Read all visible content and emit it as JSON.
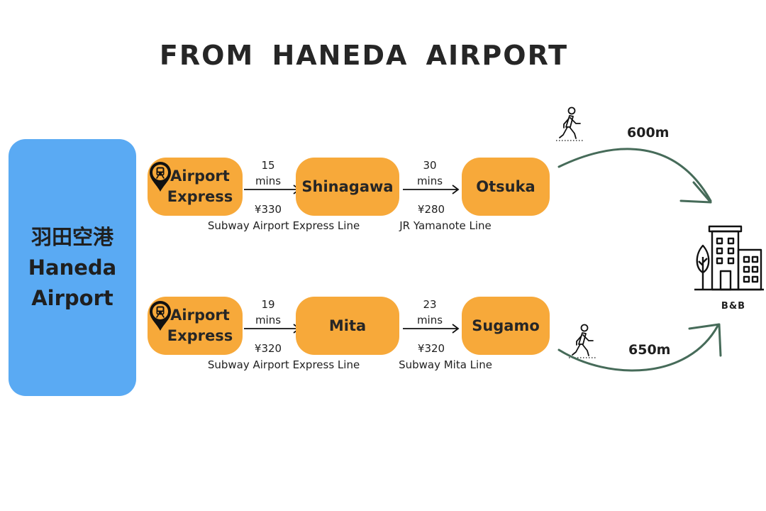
{
  "title": "FROM HANEDA AIRPORT",
  "colors": {
    "origin": "#5aaaf3",
    "station": "#f7a93a",
    "curve": "#466b59",
    "text": "#1f1f1f"
  },
  "origin": {
    "name_jp": "羽田空港",
    "name_en1": "Haneda",
    "name_en2": "Airport"
  },
  "routes": [
    {
      "start": {
        "line1": "Airport",
        "line2": "Express",
        "icon": "train-pin-icon"
      },
      "leg1": {
        "time_value": "15",
        "time_unit": "mins",
        "price": "¥330",
        "line": "Subway Airport Express Line"
      },
      "mid": "Shinagawa",
      "leg2": {
        "time_value": "30",
        "time_unit": "mins",
        "price": "¥280",
        "line": "JR Yamanote Line"
      },
      "end": "Otsuka",
      "walk": {
        "distance": "600m",
        "icon": "walking-person-icon"
      }
    },
    {
      "start": {
        "line1": "Airport",
        "line2": "Express",
        "icon": "train-pin-icon"
      },
      "leg1": {
        "time_value": "19",
        "time_unit": "mins",
        "price": "¥320",
        "line": "Subway Airport Express Line"
      },
      "mid": "Mita",
      "leg2": {
        "time_value": "23",
        "time_unit": "mins",
        "price": "¥320",
        "line": "Subway Mita Line"
      },
      "end": "Sugamo",
      "walk": {
        "distance": "650m",
        "icon": "walking-person-icon"
      }
    }
  ],
  "destination": {
    "label": "B&B",
    "icon": "building-icon"
  }
}
